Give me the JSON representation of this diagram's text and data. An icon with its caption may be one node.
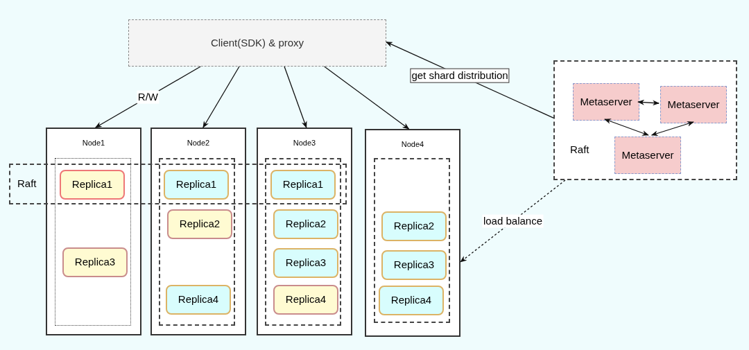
{
  "diagram": {
    "nodes": [
      {
        "text": [
          "Client(SDK) & proxy"
        ]
      },
      {
        "text": [
          "Node1"
        ]
      },
      {
        "text": [],
        "shape": "box",
        "in": 1
      },
      {
        "text": [
          "Node2"
        ]
      },
      {
        "text": [],
        "shape": "box",
        "in": 3
      },
      {
        "text": [
          "Node3"
        ]
      },
      {
        "text": [],
        "shape": "box",
        "in": 5
      },
      {
        "text": [
          "Node4"
        ]
      },
      {
        "text": [],
        "shape": "box",
        "in": 7
      },
      {
        "text": [
          "Raft"
        ]
      },
      {
        "text": [
          "Replica1"
        ]
      },
      {
        "text": [
          "Replica1"
        ]
      },
      {
        "text": [
          "Replica1"
        ]
      },
      {
        "text": [
          "Replica3"
        ],
        "in": 2
      },
      {
        "text": [
          "Replica2"
        ],
        "in": 4
      },
      {
        "text": [
          "Replica4"
        ],
        "in": 4
      },
      {
        "text": [
          "Replica2"
        ],
        "in": 6
      },
      {
        "text": [
          "Replica3"
        ],
        "in": 6
      },
      {
        "text": [
          "Replica4"
        ],
        "in": 6
      },
      {
        "text": [
          "Replica2"
        ],
        "in": 8
      },
      {
        "text": [
          "Replica3"
        ],
        "in": 8
      },
      {
        "text": [
          "Replica4"
        ],
        "in": 8
      },
      {
        "text": [
          "Raft"
        ]
      },
      {
        "text": [
          "Metaserver"
        ],
        "in": 22
      },
      {
        "text": [
          "Metaserver"
        ],
        "in": 22
      },
      {
        "text": [
          "Metaserver"
        ],
        "in": 22
      }
    ],
    "edges": [
      {
        "from": 0,
        "to": 1,
        "arrow": "to",
        "label": "R/W"
      },
      {
        "from": 0,
        "to": 3,
        "arrow": "to"
      },
      {
        "from": 0,
        "to": 5,
        "arrow": "to"
      },
      {
        "from": 0,
        "to": 7,
        "arrow": "to"
      },
      {
        "from": 22,
        "to": 0,
        "arrow": "to",
        "label": "get shard distribution"
      },
      {
        "from": 22,
        "to": 7,
        "arrow": "to",
        "label": "load balance",
        "style": "dashed"
      },
      {
        "from": 23,
        "to": 24,
        "arrow": "both"
      },
      {
        "from": 23,
        "to": 25,
        "arrow": "both"
      },
      {
        "from": 25,
        "to": 24,
        "arrow": "both"
      }
    ]
  }
}
